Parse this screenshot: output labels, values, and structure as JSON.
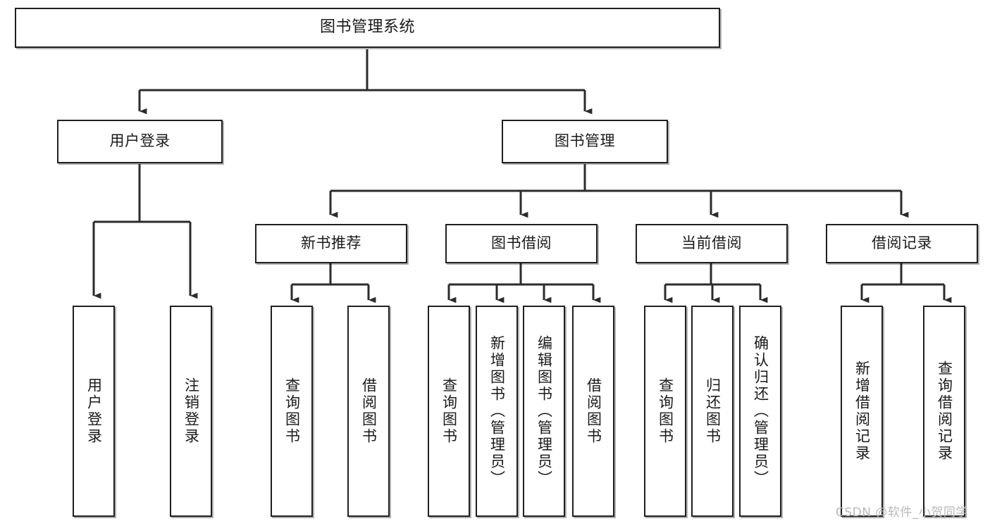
{
  "diagram": {
    "title": "图书管理系统",
    "type": "tree-hierarchy-diagram",
    "colors": {
      "box_border": "#1f1f1f",
      "box_fill": "#ffffff",
      "connector": "#2b2b2b",
      "watermark": "#b9b9b9",
      "background": "#ffffff"
    },
    "root": {
      "label": "图书管理系统"
    },
    "level1": [
      {
        "label": "用户登录"
      },
      {
        "label": "图书管理"
      }
    ],
    "level2": [
      {
        "label": "新书推荐"
      },
      {
        "label": "图书借阅"
      },
      {
        "label": "当前借阅"
      },
      {
        "label": "借阅记录"
      }
    ],
    "leaves": {
      "user_login": [
        {
          "label": "用户登录"
        },
        {
          "label": "注销登录"
        }
      ],
      "new_book_recommend": [
        {
          "label": "查询图书"
        },
        {
          "label": "借阅图书"
        }
      ],
      "book_borrow": [
        {
          "label": "查询图书"
        },
        {
          "label": "新增图书（管理员）"
        },
        {
          "label": "编辑图书（管理员）"
        },
        {
          "label": "借阅图书"
        }
      ],
      "current_borrow": [
        {
          "label": "查询图书"
        },
        {
          "label": "归还图书"
        },
        {
          "label": "确认归还（管理员）"
        }
      ],
      "borrow_record": [
        {
          "label": "新增借阅记录"
        },
        {
          "label": "查询借阅记录"
        }
      ]
    },
    "watermark": "CSDN @软件_小贺同学"
  }
}
